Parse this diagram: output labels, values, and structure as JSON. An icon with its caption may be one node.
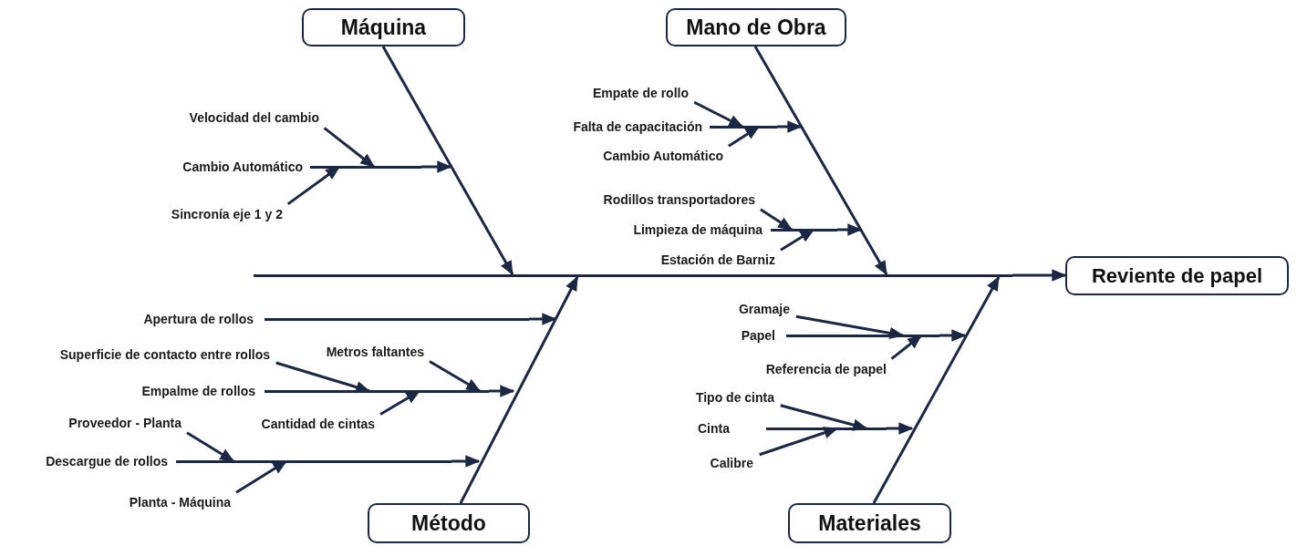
{
  "diagram": {
    "nodes": [
      {
        "text": [
          "Máquina"
        ]
      },
      {
        "text": [
          "Velocidad del cambio"
        ]
      },
      {
        "text": [
          "Cambio Automático"
        ]
      },
      {
        "text": [
          "Sincronía eje 1 y 2"
        ]
      },
      {
        "text": [
          "Mano de Obra"
        ]
      },
      {
        "text": [
          "Empate de rollo"
        ]
      },
      {
        "text": [
          "Falta de capacitación"
        ]
      },
      {
        "text": [
          "Cambio Automático"
        ]
      },
      {
        "text": [
          "Rodillos transportadores"
        ]
      },
      {
        "text": [
          "Limpieza de máquina"
        ]
      },
      {
        "text": [
          "Estación de Barniz"
        ]
      },
      {
        "text": [],
        "shape": "bar"
      },
      {
        "text": [
          "Reviente de papel"
        ]
      },
      {
        "text": [
          "Apertura de rollos"
        ]
      },
      {
        "text": [
          "Superficie de contacto entre rollos"
        ]
      },
      {
        "text": [
          "Metros faltantes"
        ]
      },
      {
        "text": [
          "Empalme de rollos"
        ]
      },
      {
        "text": [
          "Cantidad de cintas"
        ]
      },
      {
        "text": [
          "Proveedor - Planta"
        ]
      },
      {
        "text": [
          "Descargue de rollos"
        ]
      },
      {
        "text": [
          "Planta - Máquina"
        ]
      },
      {
        "text": [
          "Gramaje"
        ]
      },
      {
        "text": [
          "Papel"
        ]
      },
      {
        "text": [
          "Referencia de papel"
        ]
      },
      {
        "text": [
          "Tipo de cinta"
        ]
      },
      {
        "text": [
          "Cinta"
        ]
      },
      {
        "text": [
          "Calibre"
        ]
      },
      {
        "text": [
          "Método"
        ]
      },
      {
        "text": [
          "Materiales"
        ]
      }
    ],
    "edges": [
      {
        "from": 0,
        "to": 11,
        "arrow": "to"
      },
      {
        "from": 4,
        "to": 11,
        "arrow": "to"
      },
      {
        "from": 27,
        "to": 11,
        "arrow": "to"
      },
      {
        "from": 28,
        "to": 11,
        "arrow": "to"
      },
      {
        "from": 11,
        "to": 12,
        "arrow": "to"
      },
      {
        "from": 1,
        "to": 2,
        "arrow": "to"
      },
      {
        "from": 2,
        "to": null,
        "arrow": "to"
      },
      {
        "from": 3,
        "to": 2,
        "arrow": "to"
      },
      {
        "from": 5,
        "to": 6,
        "arrow": "to"
      },
      {
        "from": 6,
        "to": null,
        "arrow": "to"
      },
      {
        "from": 7,
        "to": 6,
        "arrow": "to"
      },
      {
        "from": 8,
        "to": 9,
        "arrow": "to"
      },
      {
        "from": 9,
        "to": null,
        "arrow": "to"
      },
      {
        "from": 10,
        "to": 9,
        "arrow": "to"
      },
      {
        "from": 13,
        "to": null,
        "arrow": "to"
      },
      {
        "from": 14,
        "to": 16,
        "arrow": "to"
      },
      {
        "from": 15,
        "to": 16,
        "arrow": "to"
      },
      {
        "from": 16,
        "to": null,
        "arrow": "to"
      },
      {
        "from": 17,
        "to": 16,
        "arrow": "to"
      },
      {
        "from": 18,
        "to": 19,
        "arrow": "to"
      },
      {
        "from": 19,
        "to": null,
        "arrow": "to"
      },
      {
        "from": 20,
        "to": 19,
        "arrow": "to"
      },
      {
        "from": 21,
        "to": 22,
        "arrow": "to"
      },
      {
        "from": 22,
        "to": null,
        "arrow": "to"
      },
      {
        "from": 23,
        "to": 22,
        "arrow": "to"
      },
      {
        "from": 24,
        "to": 25,
        "arrow": "to"
      },
      {
        "from": 25,
        "to": null,
        "arrow": "to"
      },
      {
        "from": 26,
        "to": 25,
        "arrow": "to"
      }
    ]
  }
}
